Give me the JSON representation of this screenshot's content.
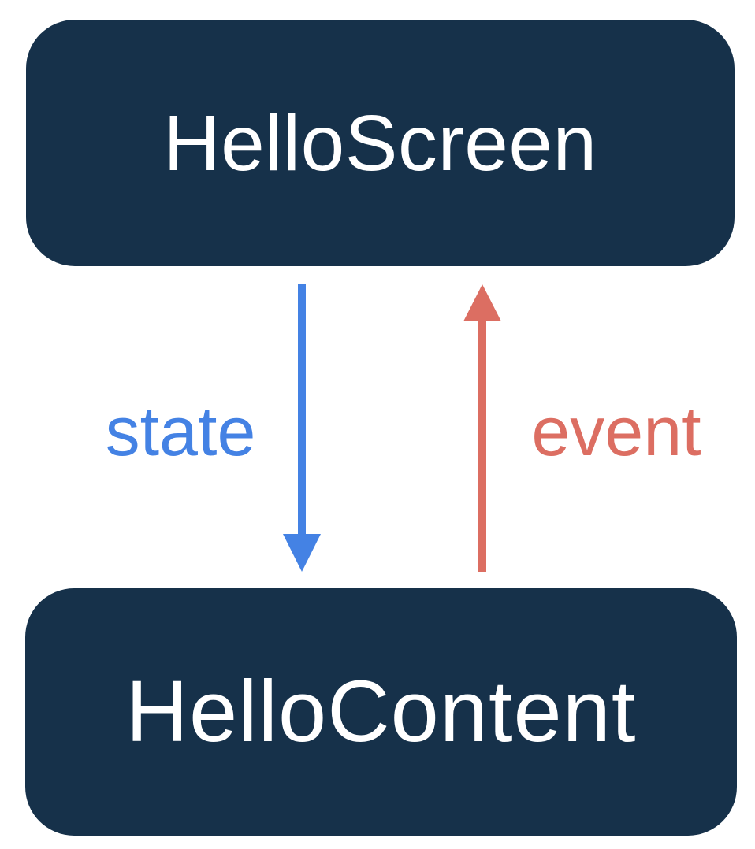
{
  "diagram": {
    "nodes": [
      {
        "id": "hello-screen",
        "label": "HelloScreen"
      },
      {
        "id": "hello-content",
        "label": "HelloContent"
      }
    ],
    "edges": [
      {
        "id": "state",
        "label": "state",
        "direction": "down",
        "from": "hello-screen",
        "to": "hello-content"
      },
      {
        "id": "event",
        "label": "event",
        "direction": "up",
        "from": "hello-content",
        "to": "hello-screen"
      }
    ]
  },
  "colors": {
    "box_bg": "#16314A",
    "box_text": "#FFFFFF",
    "state_blue": "#4482E4",
    "event_red": "#DC6E62",
    "page_bg": "#FFFFFF"
  }
}
